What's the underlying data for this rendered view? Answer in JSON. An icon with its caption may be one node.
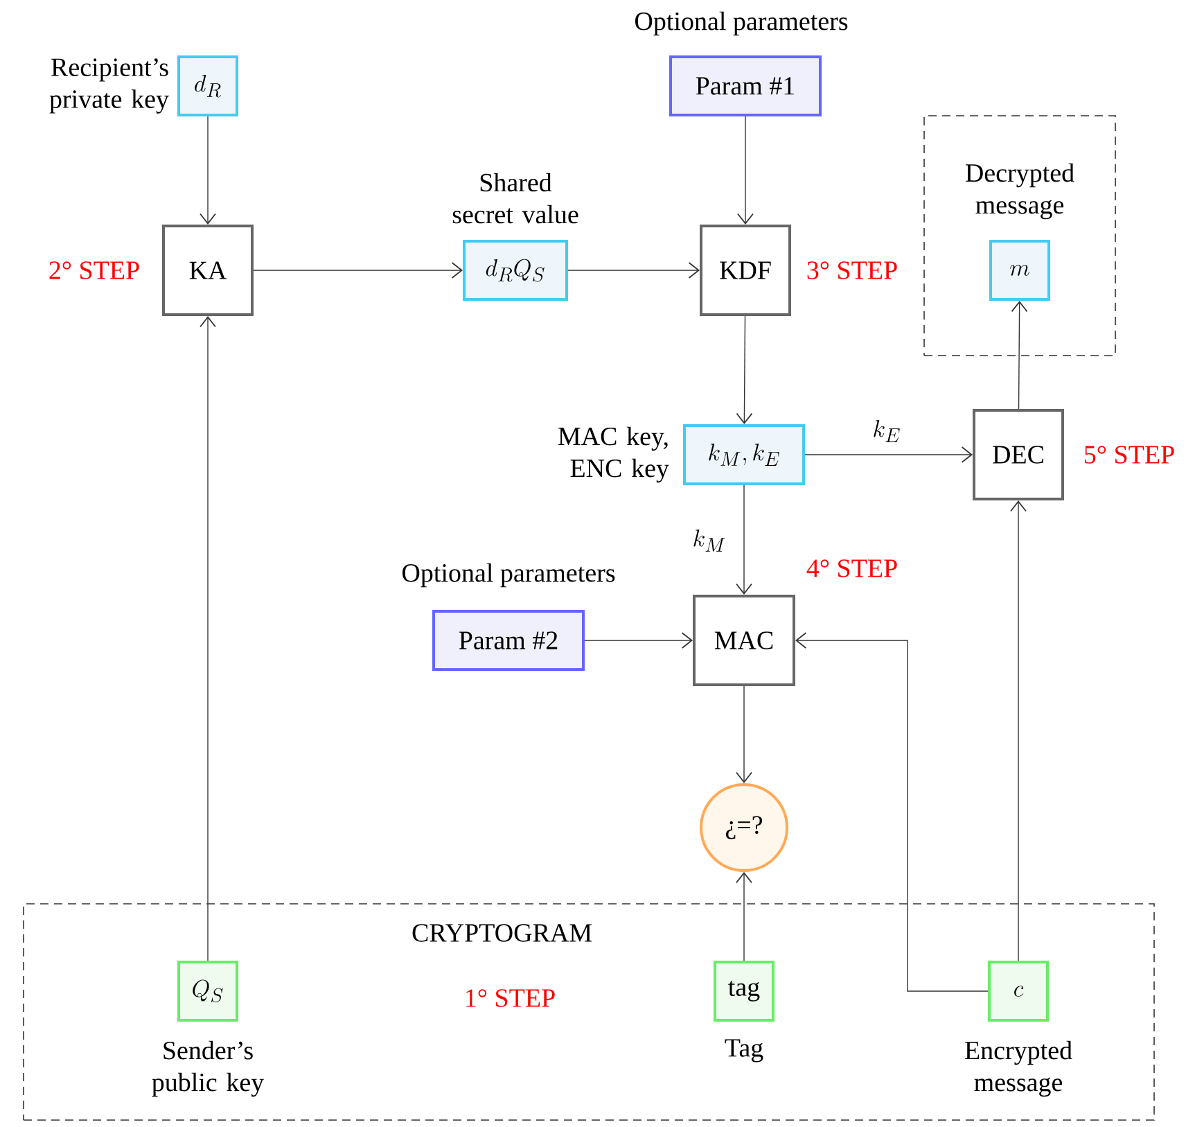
{
  "diagram": {
    "nodes": [
      {
        "text": [
          "d_R"
        ],
        "beside": [
          "Recipient’s private key"
        ]
      },
      {
        "text": [
          "Param #1"
        ],
        "beside": [
          "Optional parameters"
        ]
      },
      {
        "text": [
          "Decrypted message"
        ]
      },
      {
        "text": [
          "m"
        ],
        "in": 2
      },
      {
        "text": [
          "KA"
        ],
        "beside": [
          "2° STEP"
        ]
      },
      {
        "text": [
          "d_RQ_S"
        ],
        "beside": [
          "Shared secret value"
        ]
      },
      {
        "text": [
          "KDF"
        ],
        "beside": [
          "3° STEP"
        ]
      },
      {
        "text": [
          "k_M, k_E"
        ],
        "beside": [
          "MAC key, ENC key"
        ]
      },
      {
        "text": [
          "DEC"
        ],
        "beside": [
          "5° STEP"
        ]
      },
      {
        "text": [
          "Param #2"
        ],
        "beside": [
          "Optional parameters"
        ]
      },
      {
        "text": [
          "MAC"
        ],
        "beside": [
          "4° STEP"
        ]
      },
      {
        "text": [
          "¿=?"
        ]
      },
      {
        "text": [
          "CRYPTOGRAM"
        ]
      },
      {
        "text": [
          "Q_S"
        ],
        "in": 12,
        "beside": [
          "Sender’s public key"
        ]
      },
      {
        "text": [
          "tag"
        ],
        "in": 12,
        "beside": [
          "Tag"
        ]
      },
      {
        "text": [
          "c"
        ],
        "in": 12,
        "beside": [
          "Encrypted message"
        ]
      }
    ],
    "edges": [
      {
        "from": 0,
        "to": 4,
        "arrow": "to"
      },
      {
        "from": 13,
        "to": 4,
        "arrow": "to"
      },
      {
        "from": 4,
        "to": 5,
        "arrow": "to"
      },
      {
        "from": 5,
        "to": 6,
        "arrow": "to"
      },
      {
        "from": 1,
        "to": 6,
        "arrow": "to"
      },
      {
        "from": 6,
        "to": 7,
        "arrow": "to"
      },
      {
        "from": 7,
        "to": 8,
        "arrow": "to",
        "label": "k_E"
      },
      {
        "from": 7,
        "to": 10,
        "arrow": "to",
        "label": "k_M"
      },
      {
        "from": 9,
        "to": 10,
        "arrow": "to"
      },
      {
        "from": 15,
        "to": 10,
        "arrow": "to"
      },
      {
        "from": 10,
        "to": 11,
        "arrow": "to"
      },
      {
        "from": 14,
        "to": 11,
        "arrow": "to"
      },
      {
        "from": 15,
        "to": 8,
        "arrow": "to"
      },
      {
        "from": 8,
        "to": 3,
        "arrow": "to"
      }
    ],
    "labels": [
      "1° STEP"
    ]
  }
}
